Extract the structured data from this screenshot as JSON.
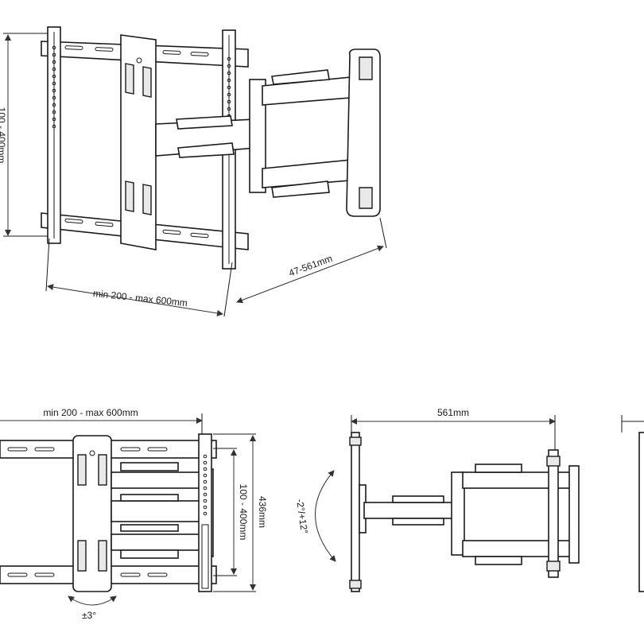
{
  "dimensions": {
    "top_vertical": "100 - 400mm",
    "top_width": "min 200 - max 600mm",
    "top_extension": "47-561mm",
    "front_width": "min 200 - max 600mm",
    "front_inner_height": "100 - 400mm",
    "front_total_height": "436mm",
    "front_rotation": "±3°",
    "side_extension": "561mm",
    "side_tilt": "-2°/+12°"
  }
}
